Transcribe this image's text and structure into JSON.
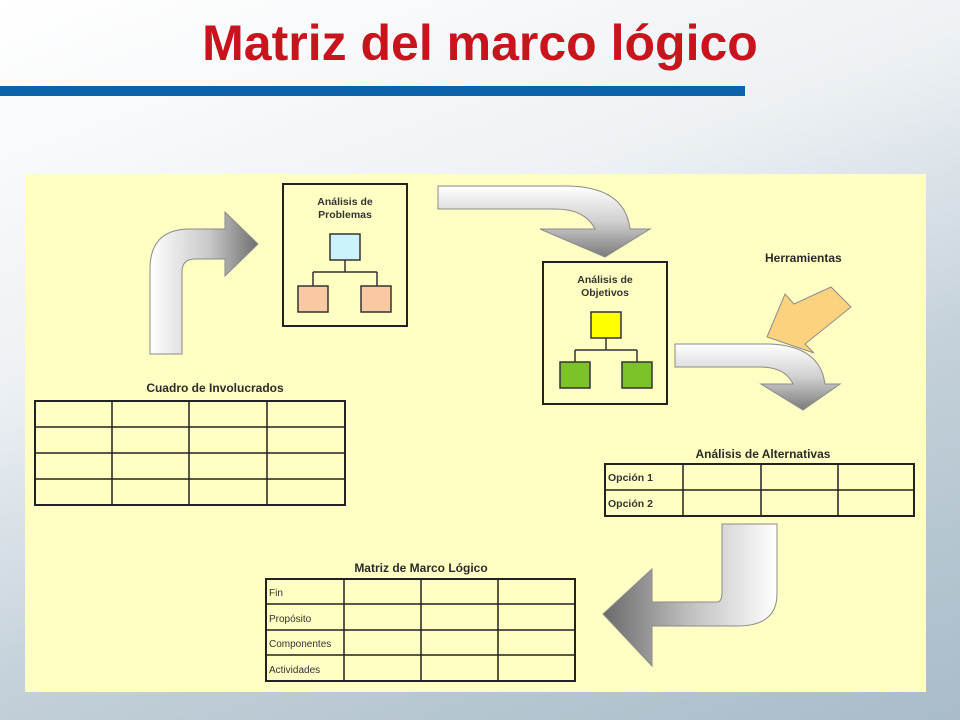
{
  "slide": {
    "title": "Matriz del marco lógico",
    "title_color": "#c8141c",
    "underline_color": "#0a62a8"
  },
  "diagram": {
    "panel_color": "#ffffc4",
    "problems_box": {
      "title_line1": "Análisis de",
      "title_line2": "Problemas",
      "top_color": "#ccf2fb",
      "child_color": "#f8c9a2"
    },
    "objectives_box": {
      "title_line1": "Análisis de",
      "title_line2": "Objetivos",
      "top_color": "#ffff00",
      "child_color": "#7cc22a"
    },
    "tools_label": "Herramientas",
    "tools_arrow_color": "#fcd27e",
    "stakeholders_table": {
      "title": "Cuadro de Involucrados"
    },
    "alternatives_table": {
      "title": "Análisis de Alternativas",
      "rows": [
        "Opción 1",
        "Opción 2"
      ]
    },
    "logframe_table": {
      "title": "Matriz de Marco Lógico",
      "rows": [
        "Fin",
        "Propósito",
        "Componentes",
        "Actividades"
      ]
    }
  }
}
